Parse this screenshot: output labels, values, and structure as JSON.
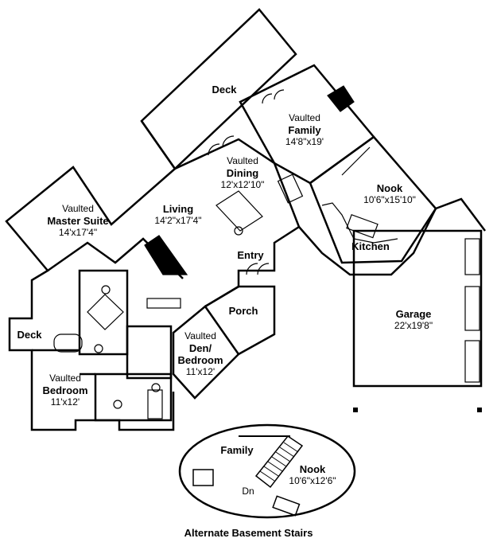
{
  "rooms": {
    "deck_main": {
      "name": "Deck"
    },
    "family": {
      "prefix": "Vaulted",
      "name": "Family",
      "size": "14'8\"x19'"
    },
    "dining": {
      "prefix": "Vaulted",
      "name": "Dining",
      "size": "12'x12'10\""
    },
    "nook": {
      "name": "Nook",
      "size": "10'6\"x15'10\""
    },
    "living": {
      "name": "Living",
      "size": "14'2\"x17'4\""
    },
    "master": {
      "prefix": "Vaulted",
      "name": "Master Suite",
      "size": "14'x17'4\""
    },
    "kitchen": {
      "name": "Kitchen"
    },
    "entry": {
      "name": "Entry"
    },
    "porch": {
      "name": "Porch"
    },
    "garage": {
      "name": "Garage",
      "size": "22'x19'8\""
    },
    "den": {
      "prefix": "Vaulted",
      "name": "Den/",
      "name2": "Bedroom",
      "size": "11'x12'"
    },
    "deck_small": {
      "name": "Deck"
    },
    "bedroom": {
      "prefix": "Vaulted",
      "name": "Bedroom",
      "size": "11'x12'"
    }
  },
  "inset": {
    "family": {
      "name": "Family"
    },
    "nook": {
      "name": "Nook",
      "size": "10'6\"x12'6\""
    },
    "down": {
      "name": "Dn"
    }
  },
  "caption": "Alternate Basement Stairs"
}
